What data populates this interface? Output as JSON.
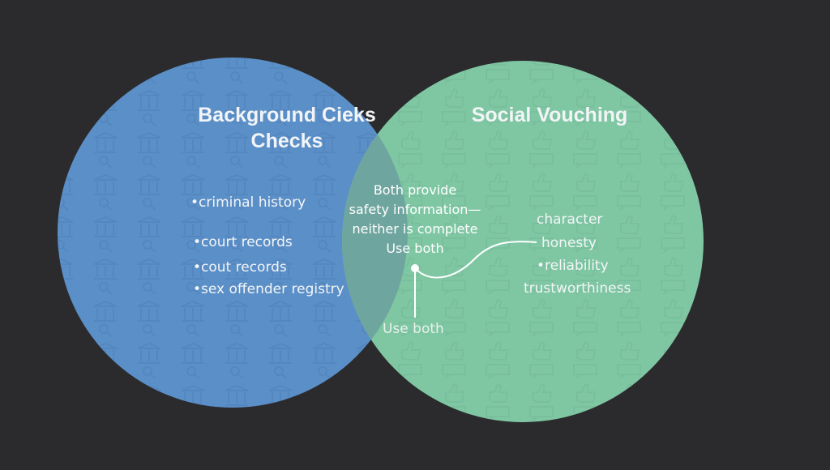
{
  "colors": {
    "background": "#2b2b2d",
    "left_circle": "#5b8fc7",
    "right_circle": "#7fc7a3",
    "overlap": "#6fa59f"
  },
  "left": {
    "title_line1": "Background Cieks",
    "title_line2": "Checks",
    "items": [
      "•criminal history",
      "•court records",
      "•cout records",
      "•sex offender registry"
    ]
  },
  "right": {
    "title": "Social Vouching",
    "items": [
      "character",
      "honesty",
      "•reliability",
      "trustworthiness"
    ]
  },
  "overlap": {
    "lines": [
      "Both provide",
      "safety information—",
      "neither is complete",
      "Use both"
    ],
    "callout": "Use both"
  },
  "decor_icons": [
    "gavel-icon",
    "courthouse-icon",
    "magnifier-icon",
    "handshake-icon",
    "thumbs-up-icon",
    "speech-bubble-icon"
  ]
}
